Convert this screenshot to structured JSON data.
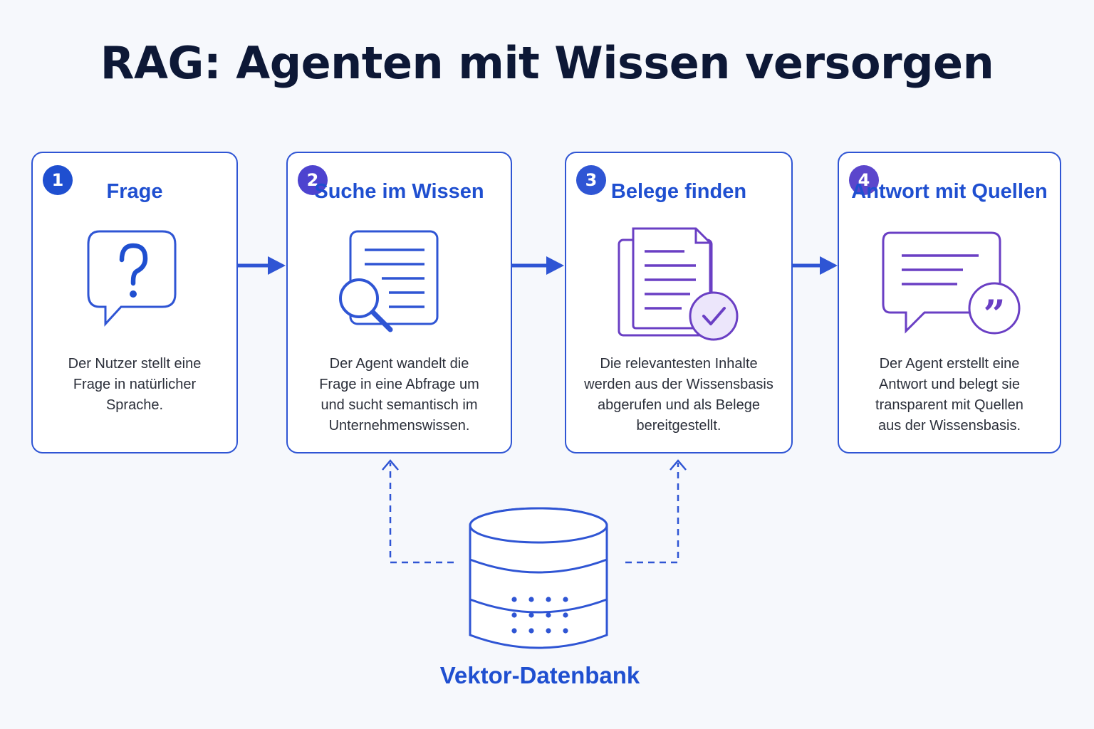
{
  "title": "RAG: Agenten mit Wissen versorgen",
  "colors": {
    "primary": "#1f4fd0",
    "border": "#2f55d4",
    "purple": "#6a3fc4",
    "lavender": "#ece6fb",
    "text": "#2b2f3a",
    "heading": "#0d1836"
  },
  "steps": [
    {
      "number": "1",
      "title": "Frage",
      "icon": "question-bubble-icon",
      "description": "Der Nutzer stellt eine\nFrage in natürlicher\nSprache."
    },
    {
      "number": "2",
      "title": "Suche im Wissen",
      "icon": "document-search-icon",
      "description": "Der Agent wandelt die\nFrage in eine Abfrage um\nund sucht semantisch im\nUnternehmenswissen."
    },
    {
      "number": "3",
      "title": "Belege finden",
      "icon": "documents-check-icon",
      "description": "Die relevantesten Inhalte\nwerden aus der Wissensbasis\nabgerufen und als Belege\nbereitgestellt."
    },
    {
      "number": "4",
      "title": "Antwort mit Quellen",
      "icon": "answer-quote-icon",
      "description": "Der Agent erstellt eine\nAntwort und belegt sie\ntransparent mit Quellen\naus der Wissensbasis."
    }
  ],
  "database": {
    "label": "Vektor-Datenbank",
    "icon": "database-icon"
  }
}
